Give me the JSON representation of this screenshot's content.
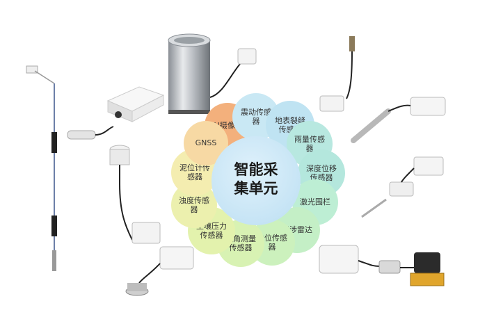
{
  "center": {
    "line1": "智能采",
    "line2": "集单元"
  },
  "watermark": "",
  "bubbles": [
    {
      "id": "ai-camera",
      "label": "AI摄像头",
      "color": "#f3b07c"
    },
    {
      "id": "vibration",
      "label": "震动传感器",
      "color": "#c9e8f4"
    },
    {
      "id": "crack",
      "label": "地表裂缝传感器",
      "color": "#bfe3f2"
    },
    {
      "id": "rain",
      "label": "雨量传感器",
      "color": "#b8e8e0"
    },
    {
      "id": "depth",
      "label": "深度位移传感器",
      "color": "#b4e7dd"
    },
    {
      "id": "laser-fence",
      "label": "激光围栏",
      "color": "#bdeed4"
    },
    {
      "id": "interference-radar",
      "label": "干涉雷达",
      "color": "#c4efc6"
    },
    {
      "id": "water-level",
      "label": "水位传感器",
      "color": "#ccf1bd"
    },
    {
      "id": "inclination",
      "label": "倾角测量传感器",
      "color": "#d8f2b3"
    },
    {
      "id": "soil-pressure",
      "label": "土壤压力传感器",
      "color": "#e3f2ad"
    },
    {
      "id": "turbidity",
      "label": "浊度传感器",
      "color": "#ecf0ae"
    },
    {
      "id": "mud-level",
      "label": "泥位计传感器",
      "color": "#f4edb0"
    },
    {
      "id": "gnss",
      "label": "GNSS",
      "color": "#f7d9a4"
    }
  ]
}
